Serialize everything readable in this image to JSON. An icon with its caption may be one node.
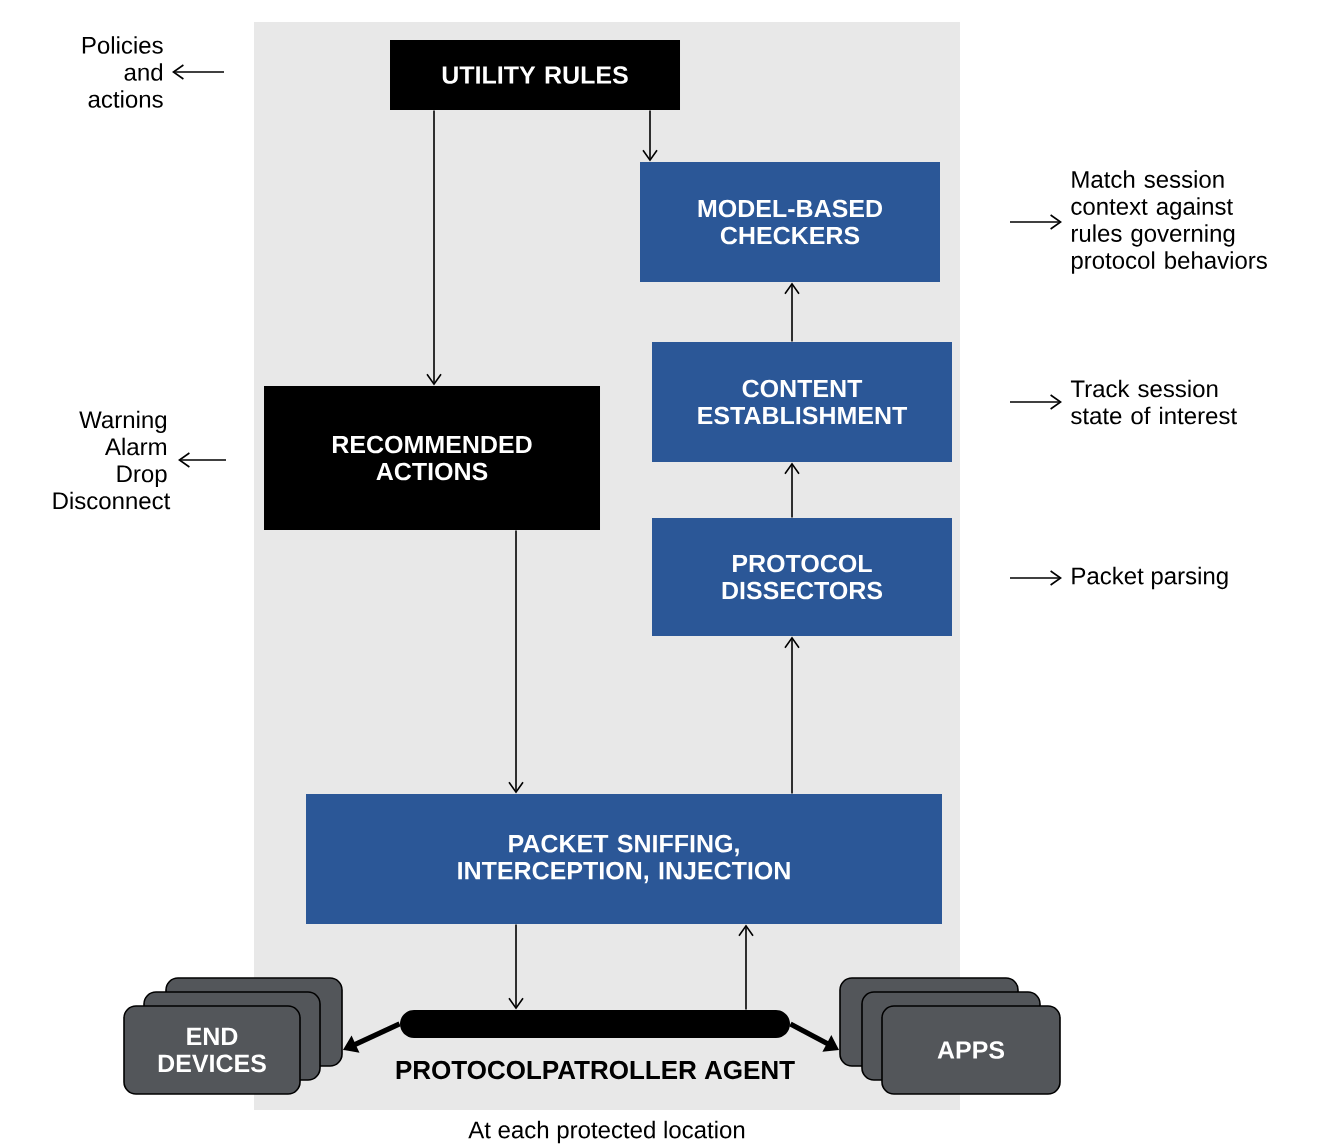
{
  "diagram": {
    "nodes": [
      {
        "text": [],
        "shape": "box",
        "beside": [
          "At each protected location"
        ]
      },
      {
        "text": [
          "UTILITY RULES"
        ],
        "in": 0
      },
      {
        "text": [
          "MODEL-BASED CHECKERS"
        ],
        "in": 0
      },
      {
        "text": [
          "CONTENT ESTABLISHMENT"
        ],
        "in": 0
      },
      {
        "text": [
          "PROTOCOL DISSECTORS"
        ],
        "in": 0
      },
      {
        "text": [
          "RECOMMENDED ACTIONS"
        ],
        "in": 0
      },
      {
        "text": [
          "PACKET SNIFFING, INTERCEPTION, INJECTION"
        ],
        "in": 0
      },
      {
        "text": [
          "PROTOCOLPATROLLER AGENT"
        ],
        "in": 0
      },
      {
        "text": [
          "END DEVICES"
        ]
      },
      {
        "text": [
          "APPS"
        ]
      },
      {
        "text": [
          "Policies and actions"
        ]
      },
      {
        "text": [
          "Warning Alarm Drop Disconnect"
        ]
      },
      {
        "text": [
          "Match session context against rules governing protocol behaviors"
        ]
      },
      {
        "text": [
          "Track session state of interest"
        ]
      },
      {
        "text": [
          "Packet parsing"
        ]
      }
    ],
    "edges": [
      {
        "from": 1,
        "to": 5,
        "arrow": "to"
      },
      {
        "from": 1,
        "to": 2,
        "arrow": "to"
      },
      {
        "from": 3,
        "to": 2,
        "arrow": "to"
      },
      {
        "from": 4,
        "to": 3,
        "arrow": "to"
      },
      {
        "from": 6,
        "to": 4,
        "arrow": "to"
      },
      {
        "from": 5,
        "to": 6,
        "arrow": "to"
      },
      {
        "from": 6,
        "to": 7,
        "arrow": "to"
      },
      {
        "from": 7,
        "to": 6,
        "arrow": "to"
      },
      {
        "from": 7,
        "to": 8,
        "arrow": "to",
        "style": "thick"
      },
      {
        "from": 7,
        "to": 9,
        "arrow": "to",
        "style": "thick"
      },
      {
        "from": null,
        "to": 10,
        "arrow": "to"
      },
      {
        "from": null,
        "to": 11,
        "arrow": "to"
      },
      {
        "from": null,
        "to": 12,
        "arrow": "to"
      },
      {
        "from": null,
        "to": 13,
        "arrow": "to"
      },
      {
        "from": null,
        "to": 14,
        "arrow": "to"
      }
    ]
  }
}
